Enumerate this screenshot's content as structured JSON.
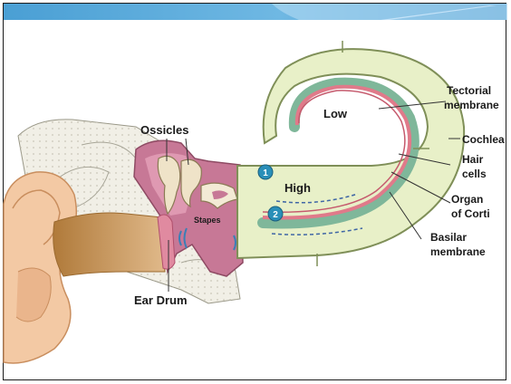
{
  "labels": {
    "ossicles": "Ossicles",
    "stapes": "Stapes",
    "ear_drum": "Ear Drum",
    "low": "Low",
    "high": "High",
    "marker_1": "1",
    "marker_2": "2",
    "tectorial_1": "Tectorial",
    "tectorial_2": "membrane",
    "cochlea": "Cochlea",
    "hair_1": "Hair",
    "hair_2": "cells",
    "organ_1": "Organ",
    "organ_2": "of Corti",
    "basilar_1": "Basilar",
    "basilar_2": "membrane"
  },
  "colors": {
    "header_band": "#5aa9d9",
    "cochlea_fill": "#e8f0c8",
    "cochlea_outline": "#7f8f58",
    "basilar_green": "#7fb79a",
    "organ_pink": "#e07a8a",
    "skin": "#f3c9a4",
    "canal": "#c89a55",
    "bone": "#f1efe6",
    "middle_ear": "#b96b86",
    "marker_blue": "#2a8fb8"
  }
}
